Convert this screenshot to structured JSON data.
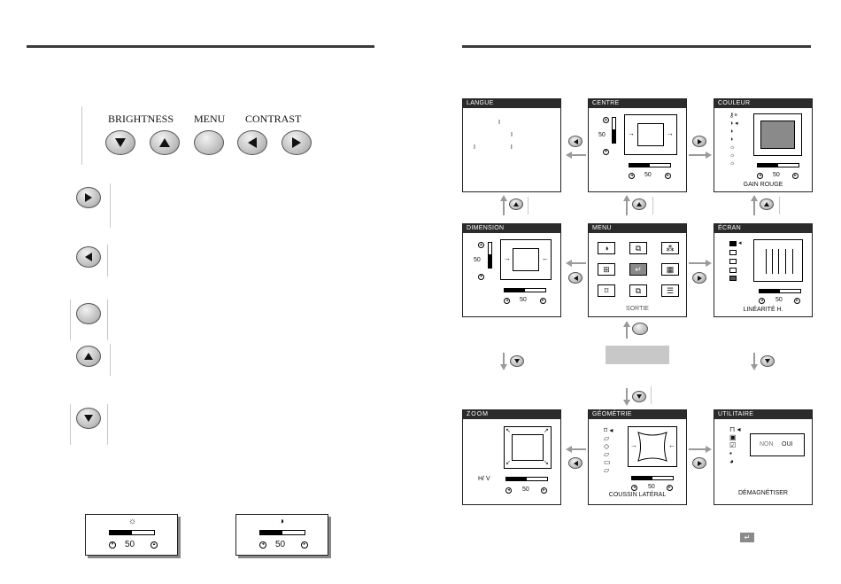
{
  "controls": {
    "brightness_label": "BRIGHTNESS",
    "menu_label": "MENU",
    "contrast_label": "CONTRAST"
  },
  "osd": {
    "langue": {
      "title": "LANGUE"
    },
    "centre": {
      "title": "CENTRE",
      "value": "50"
    },
    "couleur": {
      "title": "COULEUR",
      "value": "50",
      "caption": "GAIN ROUGE"
    },
    "dimension": {
      "title": "DIMENSION",
      "value": "50"
    },
    "menu": {
      "title": "MENU",
      "exit_label": "SORTIE"
    },
    "ecran": {
      "title": "ÉCRAN",
      "value": "50",
      "caption": "LINÉARITÉ H."
    },
    "zoom": {
      "title": "ZOOM",
      "value": "50",
      "axis_label": "H/ V"
    },
    "geometrie": {
      "title": "GÉOMÉTRIE",
      "value": "50",
      "caption": "COUSSIN LATÉRAL"
    },
    "utilitaire": {
      "title": "UTILITAIRE",
      "caption": "DÉMAGNÉTISER",
      "option_no": "NON",
      "option_yes": "OUI"
    }
  },
  "status_boxes": {
    "brightness_value": "50",
    "contrast_value": "50"
  },
  "colors": {
    "rule": "#3a3a3a",
    "title_bar": "#2b2b2b",
    "arrow": "#9a9a9a",
    "exit_box": "#c8c8c8",
    "color_swatch": "#8a8a8a"
  }
}
